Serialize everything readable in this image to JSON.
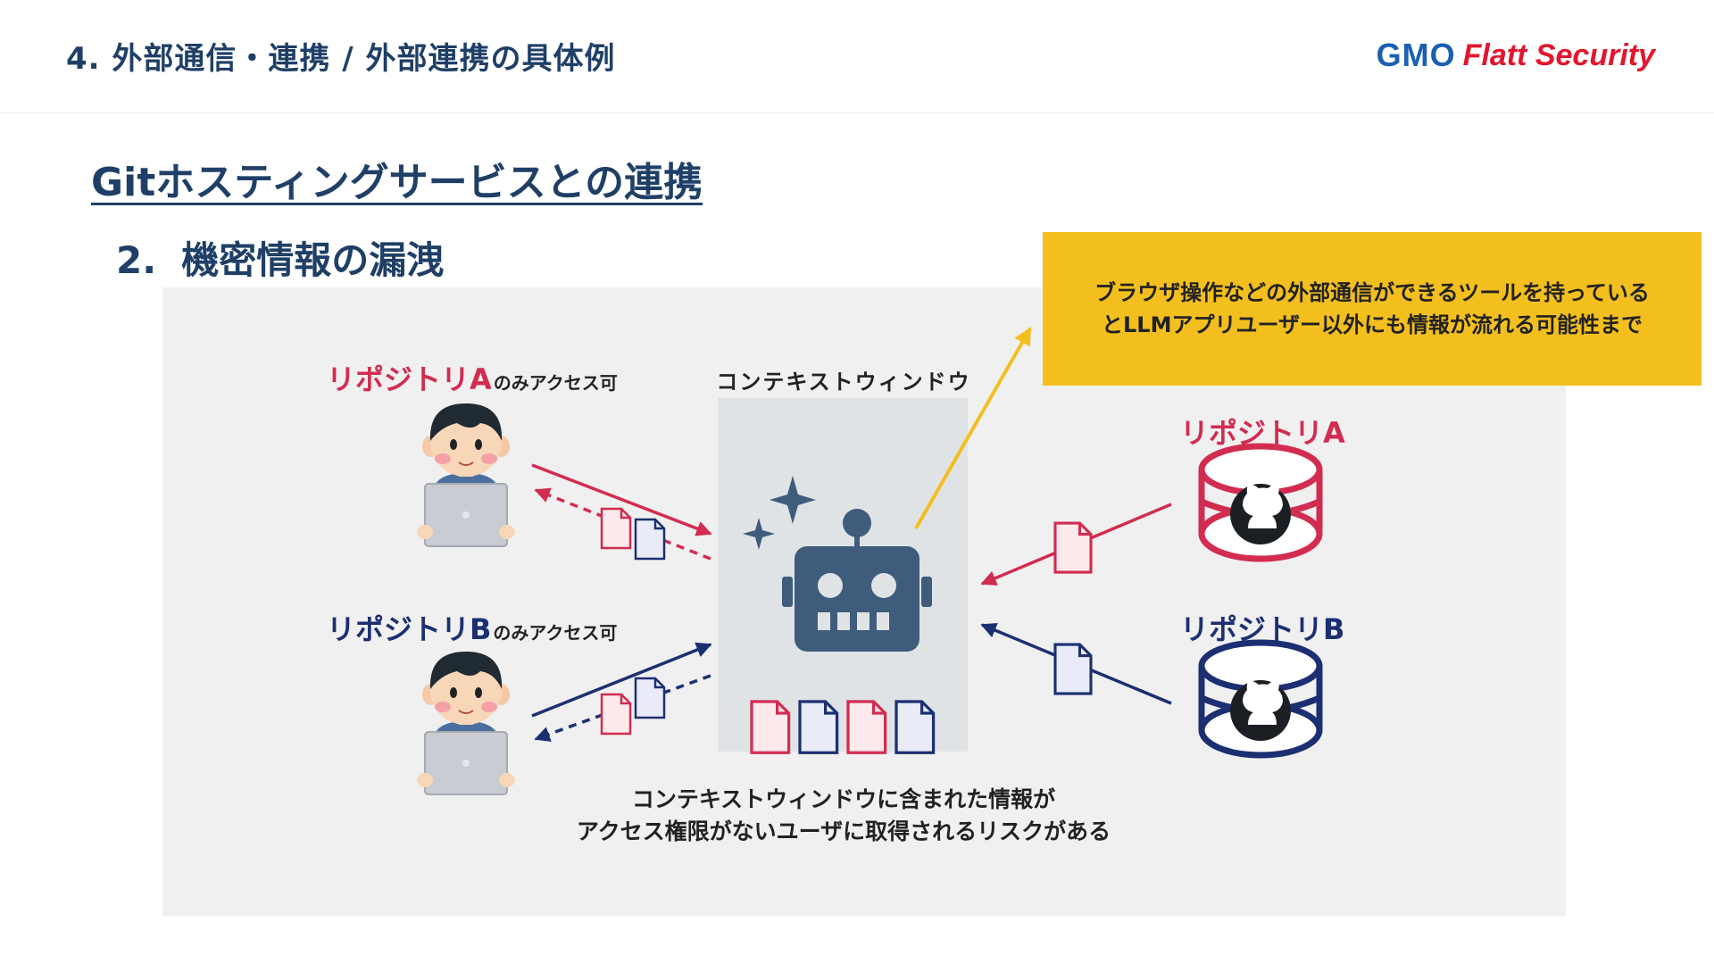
{
  "header": {
    "section_title": "4. 外部通信・連携 / 外部連携の具体例",
    "logo_gmo": "GMO",
    "logo_flatt": "Flatt Security"
  },
  "page_title": "Gitホスティングサービスとの連携",
  "subtitle": {
    "number": "2.",
    "text": "機密情報の漏洩"
  },
  "callout": {
    "line1": "ブラウザ操作などの外部通信ができるツールを持っている",
    "line2": "とLLMアプリユーザー以外にも情報が流れる可能性まで"
  },
  "context_window_label": "コンテキストウィンドウ",
  "user_a": {
    "label": "リポジトリA",
    "suffix": "のみアクセス可"
  },
  "user_b": {
    "label": "リポジトリB",
    "suffix": "のみアクセス可"
  },
  "repo_a": "リポジトリA",
  "repo_b": "リポジトリB",
  "bottom_note": {
    "line1": "コンテキストウィンドウに含まれた情報が",
    "line2": "アクセス権限がないユーザに取得されるリスクがある"
  },
  "colors": {
    "red": "#d22c51",
    "navy": "#1c2f72",
    "robot": "#3f5c7c",
    "callout_yellow": "#f2bf1f",
    "title_blue": "#1f3f66"
  },
  "icons": {
    "user": "person-with-laptop-icon",
    "robot": "robot-icon",
    "sparkle": "sparkle-icon",
    "repo": "github-database-icon",
    "document": "document-icon"
  }
}
